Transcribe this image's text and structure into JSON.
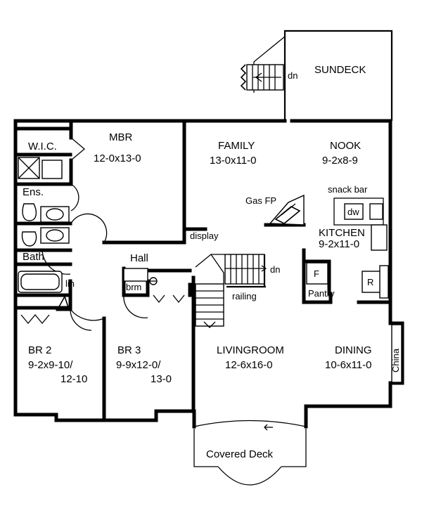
{
  "rooms": {
    "sundeck": {
      "name": "SUNDECK"
    },
    "wic": {
      "name": "W.I.C."
    },
    "mbr": {
      "name": "MBR",
      "size": "12-0x13-0"
    },
    "family": {
      "name": "FAMILY",
      "size": "13-0x11-0"
    },
    "nook": {
      "name": "NOOK",
      "size": "9-2x8-9"
    },
    "ensuite": {
      "name": "Ens."
    },
    "bath": {
      "name": "Bath"
    },
    "hall": {
      "name": "Hall"
    },
    "kitchen": {
      "name": "KITCHEN",
      "size": "9-2x11-0"
    },
    "br2": {
      "name": "BR 2",
      "size": "9-2x9-10/",
      "size2": "12-10"
    },
    "br3": {
      "name": "BR 3",
      "size": "9-9x12-0/",
      "size2": "13-0"
    },
    "living": {
      "name": "LIVINGROOM",
      "size": "12-6x16-0"
    },
    "dining": {
      "name": "DINING",
      "size": "10-6x11-0"
    },
    "covered_deck": {
      "name": "Covered Deck"
    }
  },
  "labels": {
    "dn_deck": "dn",
    "dn_stair": "dn",
    "gas_fp": "Gas FP",
    "snack_bar": "snack bar",
    "dw": "dw",
    "display": "display",
    "linen": "lin",
    "broom": "brm",
    "railing": "railing",
    "fridge": "F",
    "range": "R",
    "pantry": "Pantry",
    "china": "China"
  }
}
